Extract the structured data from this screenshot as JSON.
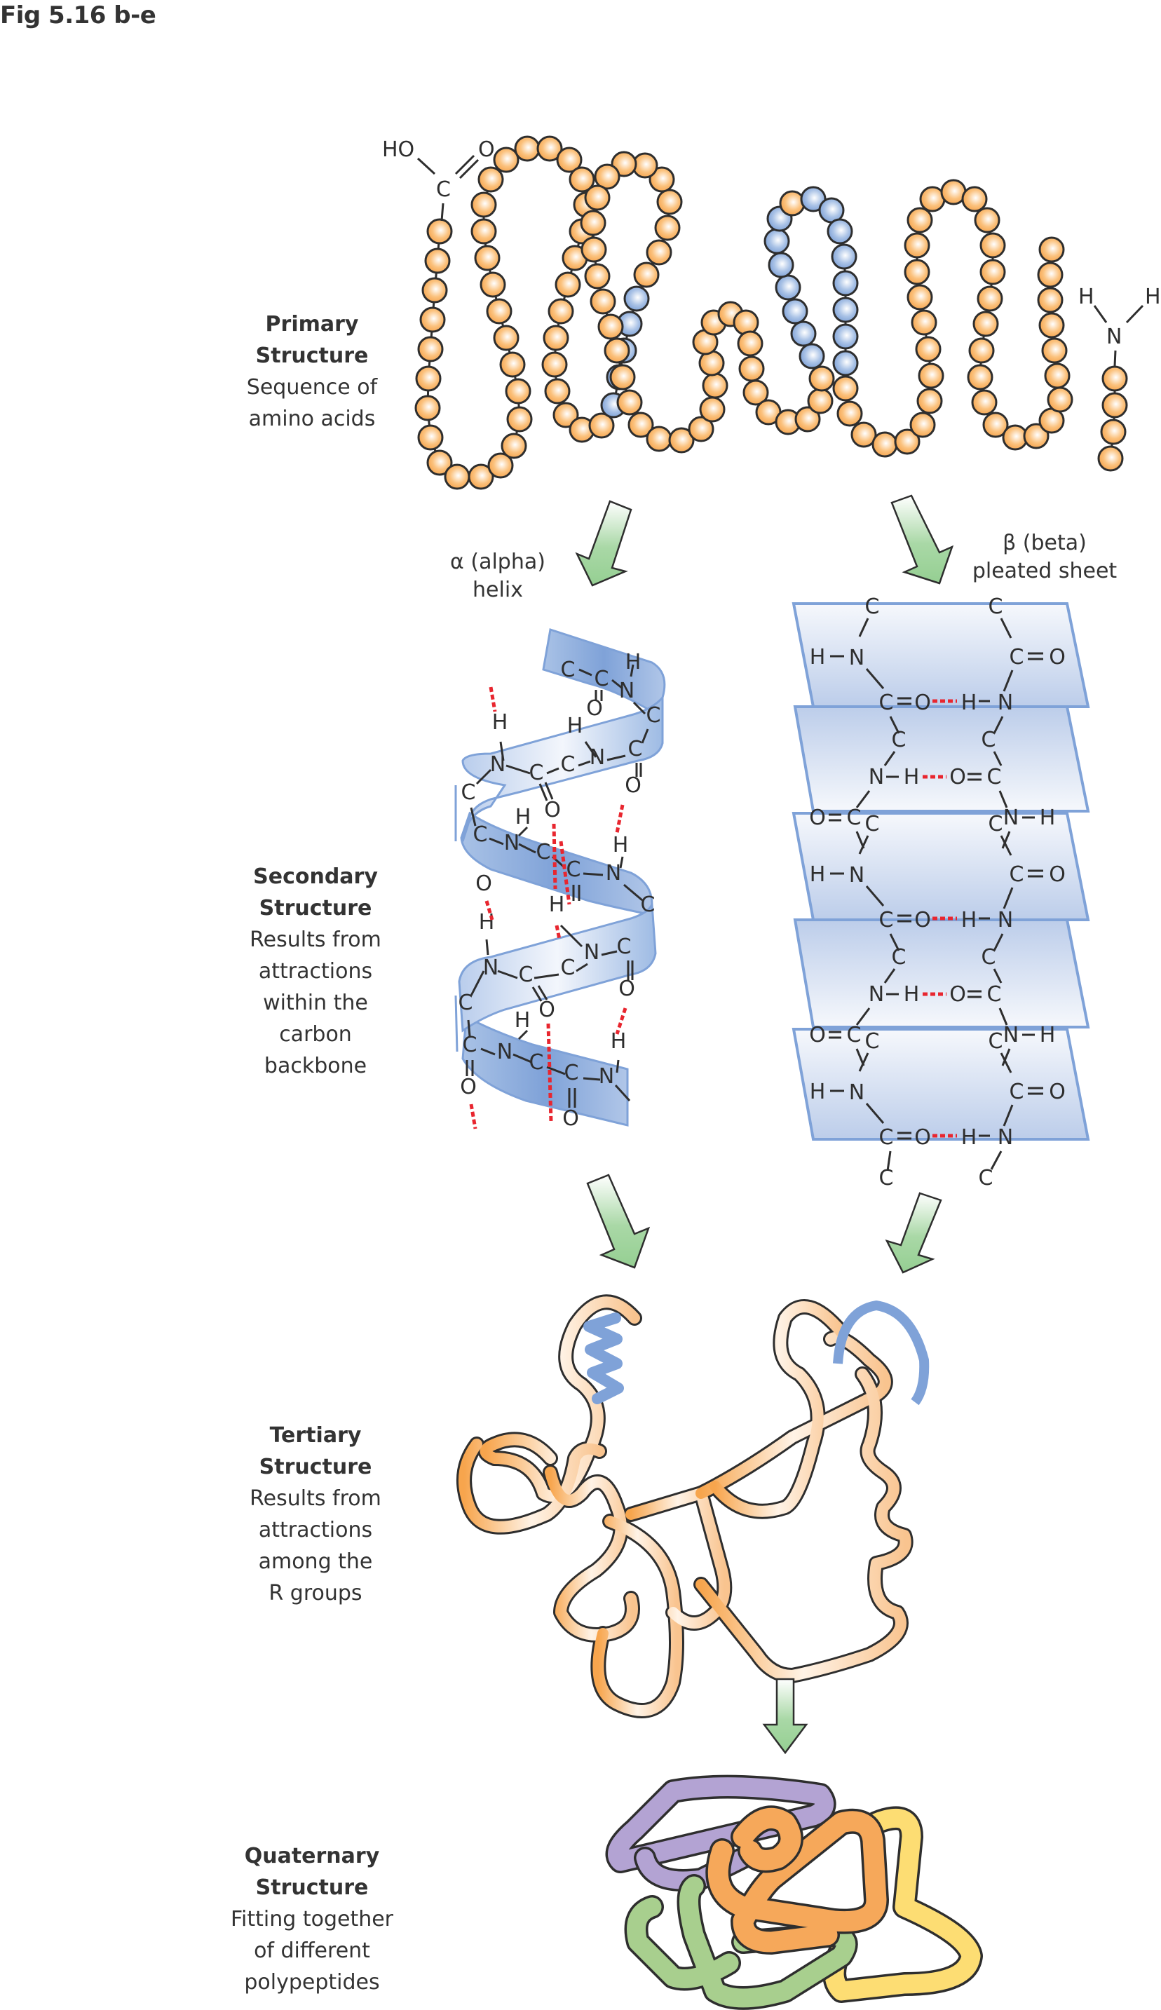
{
  "figure_title": "Fig 5.16 b-e",
  "levels": [
    {
      "heading_line1": "Primary",
      "heading_line2": "Structure",
      "description": [
        "Sequence of",
        "amino acids"
      ]
    },
    {
      "heading_line1": "Secondary",
      "heading_line2": "Structure",
      "description": [
        "Results from",
        "attractions",
        "within the",
        "carbon",
        "backbone"
      ]
    },
    {
      "heading_line1": "Tertiary",
      "heading_line2": "Structure",
      "description": [
        "Results from",
        "attractions",
        "among the",
        "R groups"
      ]
    },
    {
      "heading_line1": "Quaternary",
      "heading_line2": "Structure",
      "description": [
        "Fitting together",
        "of different",
        "polypeptides"
      ]
    }
  ],
  "primary": {
    "carboxyl_end": {
      "ho": "HO",
      "o": "O",
      "c": "C"
    },
    "amino_end": {
      "h1": "H",
      "h2": "H",
      "n": "N"
    }
  },
  "secondary": {
    "alpha_label": [
      "α (alpha)",
      "helix"
    ],
    "beta_label": [
      "β (beta)",
      "pleated sheet"
    ]
  },
  "atoms": {
    "C": "C",
    "N": "N",
    "O": "O",
    "H": "H"
  },
  "colors": {
    "amino_orange": "#f7a94f",
    "amino_blue": "#7fa3d8",
    "arrow_green": "#9fd29c",
    "ribbon_blue": "#86a8d9",
    "hbond_red": "#e8262f",
    "quat_purple": "#b3a3d3",
    "quat_orange": "#f6a85a",
    "quat_green": "#a8cf8e",
    "quat_yellow": "#fddd73"
  }
}
